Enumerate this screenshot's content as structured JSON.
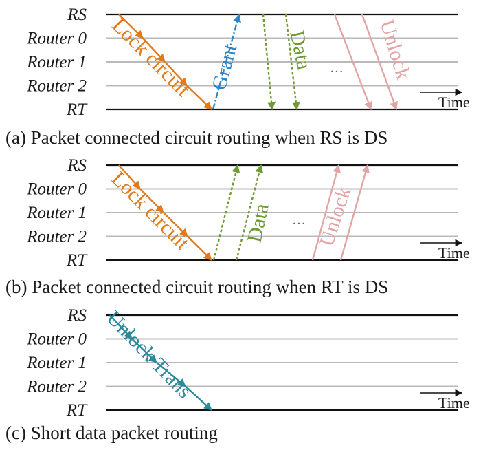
{
  "colors": {
    "lock": "#e07a1c",
    "grant": "#2f86c6",
    "data": "#6e9a34",
    "unlock": "#e2a4a4",
    "unlock_trans": "#2b8a9a",
    "baseline": "#111111",
    "router_line": "#b9b9b9"
  },
  "panels": [
    {
      "caption": "(a) Packet connected circuit routing when RS is DS",
      "rows": [
        "RS",
        "Router 0",
        "Router 1",
        "Router 2",
        "RT"
      ],
      "time_label": "Time",
      "arrows": [
        {
          "label": "Lock circuit",
          "color_key": "lock",
          "style": "solid"
        },
        {
          "label": "Grant",
          "color_key": "grant",
          "style": "dashdot"
        },
        {
          "label": "Data",
          "color_key": "data",
          "style": "dotted"
        },
        {
          "label": "Unlock",
          "color_key": "unlock",
          "style": "solid"
        }
      ],
      "ellipsis": "…"
    },
    {
      "caption": "(b) Packet connected circuit routing when RT is DS",
      "rows": [
        "RS",
        "Router 0",
        "Router 1",
        "Router 2",
        "RT"
      ],
      "time_label": "Time",
      "arrows": [
        {
          "label": "Lock circuit",
          "color_key": "lock",
          "style": "solid"
        },
        {
          "label": "Data",
          "color_key": "data",
          "style": "dotted"
        },
        {
          "label": "Unlock",
          "color_key": "unlock",
          "style": "solid"
        }
      ],
      "ellipsis": "…"
    },
    {
      "caption": "(c) Short data packet routing",
      "rows": [
        "RS",
        "Router 0",
        "Router 1",
        "Router 2",
        "RT"
      ],
      "time_label": "Time",
      "arrows": [
        {
          "label": "Unlock Trans",
          "color_key": "unlock_trans",
          "style": "solid"
        }
      ]
    }
  ]
}
